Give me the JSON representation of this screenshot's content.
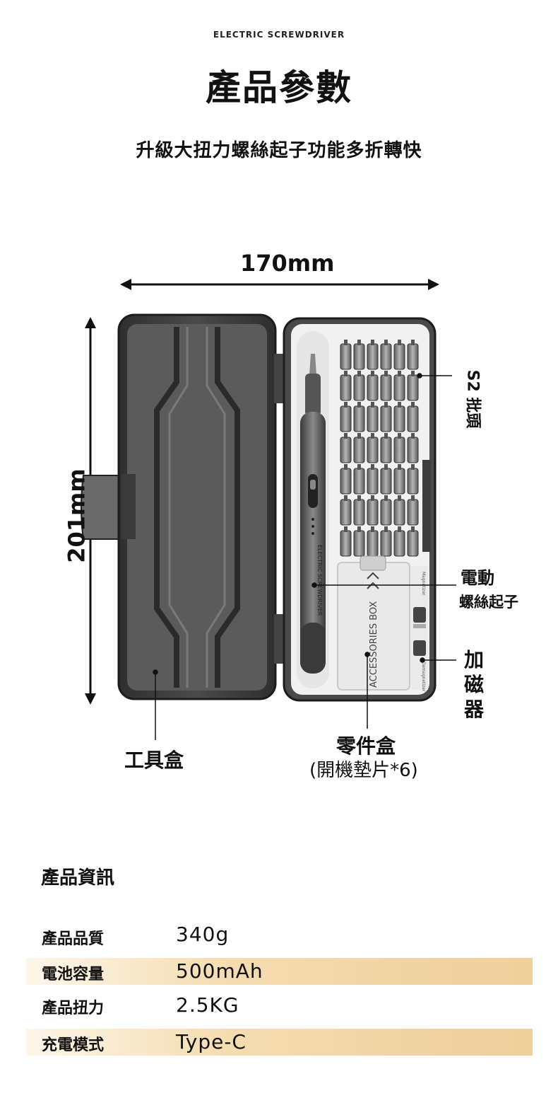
{
  "header": {
    "eyebrow": "ELECTRIC SCREWDRIVER",
    "title": "產品參數",
    "subtitle": "升級大扭力螺絲起子功能多折轉快"
  },
  "dimensions": {
    "width": "170mm",
    "height": "201mm"
  },
  "callouts": {
    "bits": "S2 批頭",
    "driver_line1": "電動",
    "driver_line2": "螺絲起子",
    "magnetizer": "加磁器",
    "toolbox": "工具盒",
    "accessory_line1": "零件盒",
    "accessory_line2": "(開機墊片*6)"
  },
  "device_print": {
    "box_label": "ACCESSORIES BOX",
    "driver_label": "ELECTRIC SCREWDRIVER",
    "magnetizer_label": "Magnetizer",
    "demagnetizer_label": "Demagnetizer"
  },
  "specs": {
    "title": "產品資訊",
    "rows": [
      {
        "label": "產品品質",
        "value": "340g",
        "shaded": false
      },
      {
        "label": "電池容量",
        "value": "500mAh",
        "shaded": true
      },
      {
        "label": "產品扭力",
        "value": "2.5KG",
        "shaded": false
      },
      {
        "label": "充電模式",
        "value": "Type-C",
        "shaded": true
      }
    ]
  },
  "colors": {
    "case_dark": "#3a3a3a",
    "case_inner": "#5c5c5c",
    "tray_light": "#f1f1f1",
    "bits_steel": "#8f8f8f",
    "accent_gold": "#efcf9b"
  }
}
